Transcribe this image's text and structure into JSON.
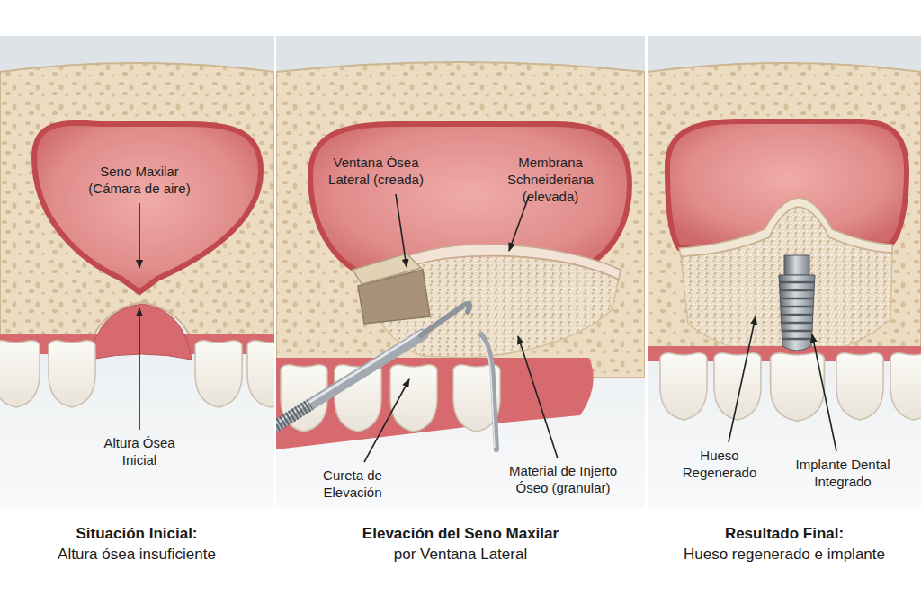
{
  "diagram": {
    "labels": [
      "Seno Maxilar (Cámara de aire)",
      "Altura Ósea Inicial",
      "Situación Inicial:",
      "Altura ósea insuficiente",
      "Ventana Ósea Lateral (creada)",
      "Membrana Schneideriana (elevada)",
      "Cureta de Elevación",
      "Material de Injerto Óseo (granular)",
      "Elevación del Seno Maxilar",
      "por Ventana Lateral",
      "Hueso Regenerado",
      "Implante Dental Integrado",
      "Resultado Final:",
      "Hueso regenerado e implante"
    ]
  }
}
